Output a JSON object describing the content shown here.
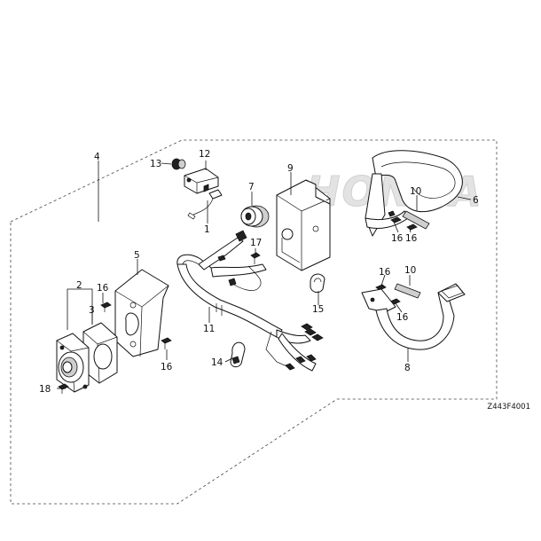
{
  "diagram": {
    "title": "",
    "watermark": "HONDA",
    "figure_code": "Z443F4001",
    "colors": {
      "line": "#111111",
      "background": "#ffffff",
      "watermark": "#e3e3e3"
    },
    "callouts": [
      {
        "id": "c1",
        "label": "1"
      },
      {
        "id": "c2",
        "label": "2"
      },
      {
        "id": "c3",
        "label": "3"
      },
      {
        "id": "c4",
        "label": "4"
      },
      {
        "id": "c5",
        "label": "5"
      },
      {
        "id": "c6",
        "label": "6"
      },
      {
        "id": "c7",
        "label": "7"
      },
      {
        "id": "c8",
        "label": "8"
      },
      {
        "id": "c9",
        "label": "9"
      },
      {
        "id": "c10a",
        "label": "10"
      },
      {
        "id": "c10b",
        "label": "10"
      },
      {
        "id": "c11",
        "label": "11"
      },
      {
        "id": "c12",
        "label": "12"
      },
      {
        "id": "c13",
        "label": "13"
      },
      {
        "id": "c14",
        "label": "14"
      },
      {
        "id": "c15",
        "label": "15"
      },
      {
        "id": "c16a",
        "label": "16"
      },
      {
        "id": "c16b",
        "label": "16"
      },
      {
        "id": "c16c",
        "label": "16"
      },
      {
        "id": "c16d",
        "label": "16"
      },
      {
        "id": "c16e",
        "label": "16"
      },
      {
        "id": "c16f",
        "label": "16"
      },
      {
        "id": "c17",
        "label": "17"
      },
      {
        "id": "c18",
        "label": "18"
      }
    ]
  }
}
